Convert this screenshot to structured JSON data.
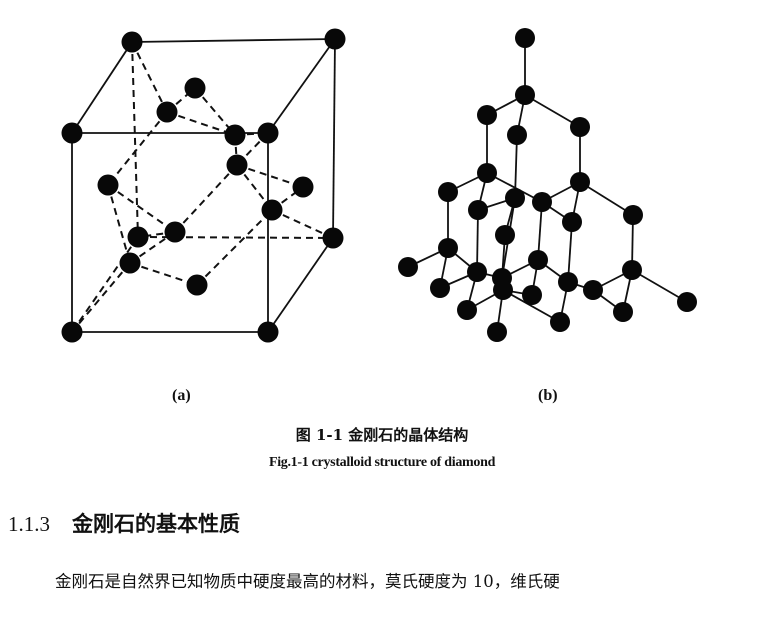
{
  "figure": {
    "label_a": "(a)",
    "label_b": "(b)",
    "caption_cn": "图 1-1  金刚石的晶体结构",
    "caption_en": "Fig.1-1 crystalloid structure of diamond"
  },
  "section": {
    "number": "1.1.3",
    "title": "金刚石的基本性质"
  },
  "paragraph": "金刚石是自然界已知物质中硬度最高的材料，莫氏硬度为 10，维氏硬"
}
